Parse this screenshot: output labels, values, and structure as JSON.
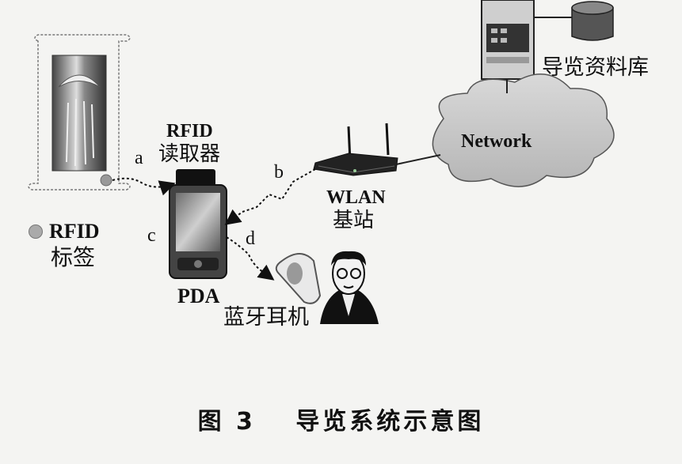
{
  "labels": {
    "database": "导览资料库",
    "network": "Network",
    "rfid_reader_line1": "RFID",
    "rfid_reader_line2": "读取器",
    "rfid_tag_line1": "RFID",
    "rfid_tag_line2": "标签",
    "wlan_line1": "WLAN",
    "wlan_line2": "基站",
    "pda": "PDA",
    "headset": "蓝牙耳机",
    "link_a": "a",
    "link_b": "b",
    "link_c": "c",
    "link_d": "d"
  },
  "caption": {
    "figure_no": "图 3",
    "title": "导览系统示意图"
  }
}
